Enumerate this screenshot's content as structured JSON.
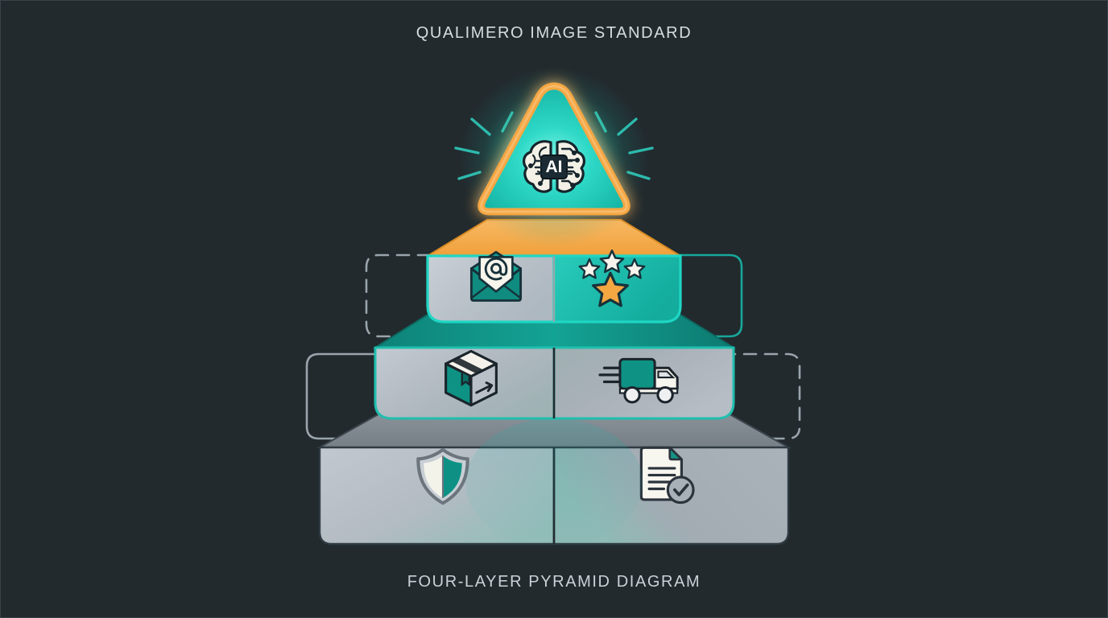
{
  "page": {
    "title": "QUALIMERO IMAGE STANDARD",
    "caption": "FOUR-LAYER PYRAMID DIAGRAM",
    "background_color": "#222a2e"
  },
  "palette": {
    "background": "#222a2e",
    "teal_bright": "#1fd6c4",
    "teal_mid": "#18a79a",
    "teal_deep": "#0f7d74",
    "orange": "#f5a742",
    "orange_light": "#f7b86a",
    "gray_light": "#c4cad1",
    "gray_mid": "#a8b0b8",
    "gray_dark": "#8e979f",
    "cream": "#f6f5ee",
    "ink": "#1e2a30",
    "title_text": "#d6dde1"
  },
  "diagram": {
    "type": "four-layer-pyramid",
    "layer_count": 4,
    "layers": [
      {
        "index": 1,
        "name": "apex",
        "shape": "rounded-triangle",
        "fill": "#1fd6c4",
        "outline": "#f5a742",
        "glow": true,
        "rays": 8,
        "icons": [
          {
            "name": "ai-brain-chip-icon",
            "label": "AI",
            "position": "center"
          }
        ]
      },
      {
        "index": 2,
        "name": "layer-two",
        "shape": "trapezoid-prism",
        "top_face_fill": "#f5a742",
        "left_face_fill": "#c4cad1",
        "right_face_fill": "#1fc3b4",
        "outline": "#1fd6c4",
        "icons": [
          {
            "name": "email-at-envelope-icon",
            "position": "left-face"
          },
          {
            "name": "star-rating-icon",
            "position": "right-face",
            "stars_small": 3,
            "stars_large": 1
          }
        ]
      },
      {
        "index": 3,
        "name": "layer-three",
        "shape": "trapezoid-prism",
        "top_face_fill": "#0f8d82",
        "left_face_fill": "#b9c0c7",
        "right_face_fill": "#a9b1b9",
        "outline": "#1fbfae",
        "icons": [
          {
            "name": "package-box-icon",
            "position": "left-face"
          },
          {
            "name": "delivery-truck-icon",
            "position": "right-face"
          }
        ]
      },
      {
        "index": 4,
        "name": "layer-four-base",
        "shape": "trapezoid-prism",
        "top_face_fill": "#7e868e",
        "left_face_fill": "#bcc3ca",
        "right_face_fill": "#a2aab2",
        "outline": "#4a545c",
        "icons": [
          {
            "name": "shield-security-icon",
            "position": "left-face"
          },
          {
            "name": "document-verified-icon",
            "position": "right-face"
          }
        ]
      }
    ],
    "connectors": [
      {
        "name": "connector-left-upper",
        "side": "left",
        "style": "dashed",
        "color": "#9aa4ac"
      },
      {
        "name": "connector-right-upper",
        "side": "right",
        "style": "solid",
        "color": "#18a79a"
      },
      {
        "name": "connector-left-lower",
        "side": "left",
        "style": "solid",
        "color": "#9aa4ac"
      },
      {
        "name": "connector-right-lower",
        "side": "right",
        "style": "dashed",
        "color": "#9aa4ac"
      }
    ]
  }
}
